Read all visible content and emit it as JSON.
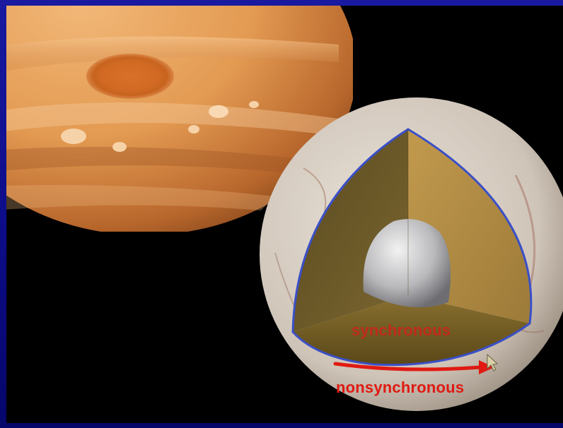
{
  "image": {
    "subjects": [
      "jupiter-planet",
      "europa-cutaway"
    ]
  },
  "labels": {
    "synchronous": "synchronous",
    "nonsynchronous": "nonsynchronous"
  },
  "colors": {
    "background_frame": "#0c0c88",
    "label_red": "#e01a12",
    "shell_outline": "#3a4fc8"
  },
  "icons": {
    "rotation_arrow": "arrow-right-icon",
    "cursor": "cursor-icon"
  }
}
